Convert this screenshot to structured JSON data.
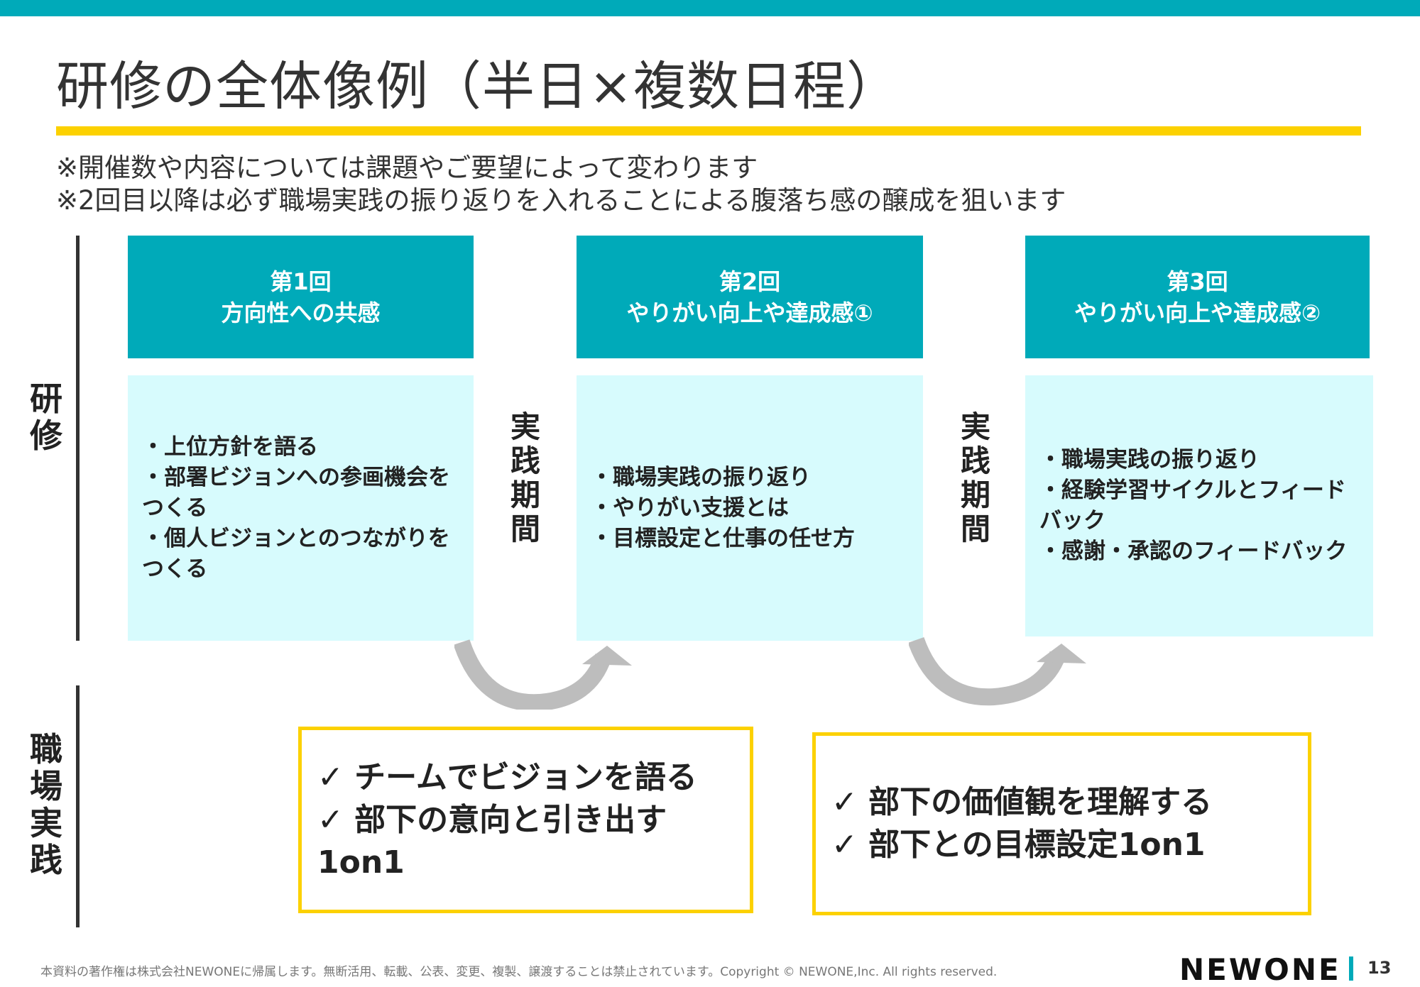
{
  "title": "研修の全体像例（半日×複数日程）",
  "notes": [
    "※開催数や内容については課題やご要望によって変わります",
    "※2回目以降は必ず職場実践の振り返りを入れることによる腹落ち感の醸成を狙います"
  ],
  "row_labels": {
    "training": "研修",
    "practice": "職場実践"
  },
  "sessions": [
    {
      "num": "第1回",
      "theme": "方向性への共感",
      "items": "・上位方針を語る\n・部署ビジョンへの参画機会を\nつくる\n・個人ビジョンとのつながりを\nつくる"
    },
    {
      "num": "第2回",
      "theme": "やりがい向上や達成感①",
      "items": "・職場実践の振り返り\n・やりがい支援とは\n・目標設定と仕事の任せ方"
    },
    {
      "num": "第3回",
      "theme": "やりがい向上や達成感②",
      "items": "・職場実践の振り返り\n・経験学習サイクルとフィード\nバック\n・感謝・承認のフィードバック"
    }
  ],
  "period_label": "実践期間",
  "practice": [
    {
      "items": [
        "✓ チームでビジョンを語る",
        "✓ 部下の意向と引き出す1on1"
      ]
    },
    {
      "items": [
        "✓ 部下の価値観を理解する",
        "✓ 部下との目標設定1on1"
      ]
    }
  ],
  "footer": "本資料の著作権は株式会社NEWONEに帰属します。無断活用、転載、公表、変更、複製、譲渡することは禁止されています。Copyright © NEWONE,Inc.  All rights reserved.",
  "logo": "NEWONE",
  "page_number": "13"
}
